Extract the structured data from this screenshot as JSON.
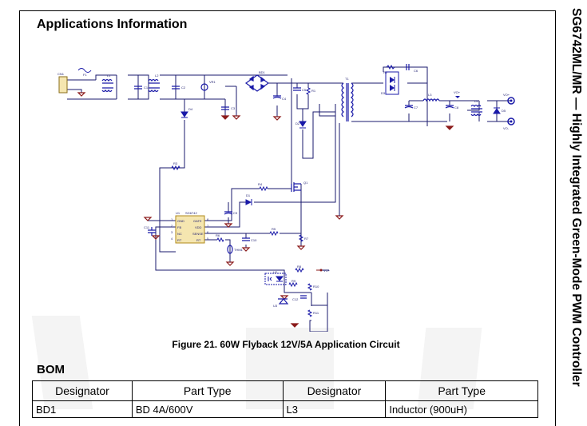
{
  "header": {
    "section_title": "Applications Information",
    "side_title": "SG6742ML/MR — Highly Integrated Green-Mode PWM Controller"
  },
  "figure": {
    "caption": "Figure 21. 60W Flyback 12V/5A Application Circuit",
    "colors": {
      "wire": "#1a1a6e",
      "component": "#1a1aa8",
      "ground": "#8b1a1a",
      "ic_body": "#f5e6b0"
    },
    "component_labels": {
      "connector": "CN1",
      "fuse": "F1",
      "line_filter_1": "L1",
      "x_cap": "C1",
      "line_filter_2": "L2",
      "cap_c2": "C2",
      "varistor": "VR1",
      "bridge": "BD1",
      "cap_c3": "C3",
      "diode_d4": "D4",
      "bulk_cap": "C4",
      "snubber_cap": "C5",
      "snubber_res": "R1",
      "snubber_diode": "D2",
      "transformer": "T1",
      "rectifier_rc_r": "R2",
      "rectifier_rc_c": "C6",
      "rectifier": "D3",
      "output_cap_1": "C7",
      "output_inductor": "L3",
      "output_cap_2": "C8",
      "common_mode_choke": "L4",
      "tvs": "D5",
      "vout_plus": "VO+",
      "vout_minus": "VO-",
      "vo_node": "VO+",
      "start_resistor": "R3",
      "gate_resistor": "R4",
      "mosfet": "Q1",
      "vdd_diode": "D1",
      "vdd_cap": "C9",
      "controller": "U1",
      "controller_part": "SG6742",
      "fb_cap": "C11",
      "sense_filter_res": "R5",
      "sense_cap": "C10",
      "sense_resistor": "R7",
      "rt_resistor": "R6",
      "thermistor": "THM1",
      "optocoupler": "U2",
      "opto_res": "R8",
      "comp_res": "R9",
      "comp_cap": "C12",
      "shunt_regulator": "U3",
      "divider_top": "R10",
      "divider_bottom": "R11"
    },
    "ic_pins": [
      {
        "num": "1",
        "name": "GND"
      },
      {
        "num": "2",
        "name": "FB"
      },
      {
        "num": "3",
        "name": "NC"
      },
      {
        "num": "4",
        "name": "RT"
      },
      {
        "num": "8",
        "name": "GATE"
      },
      {
        "num": "7",
        "name": "VDD"
      },
      {
        "num": "6",
        "name": "SENSE"
      },
      {
        "num": "5",
        "name": "RT"
      }
    ]
  },
  "bom": {
    "title": "BOM",
    "columns": [
      "Designator",
      "Part Type",
      "Designator",
      "Part Type"
    ],
    "rows": [
      [
        "BD1",
        "BD 4A/600V",
        "L3",
        "Inductor (900uH)"
      ]
    ]
  }
}
